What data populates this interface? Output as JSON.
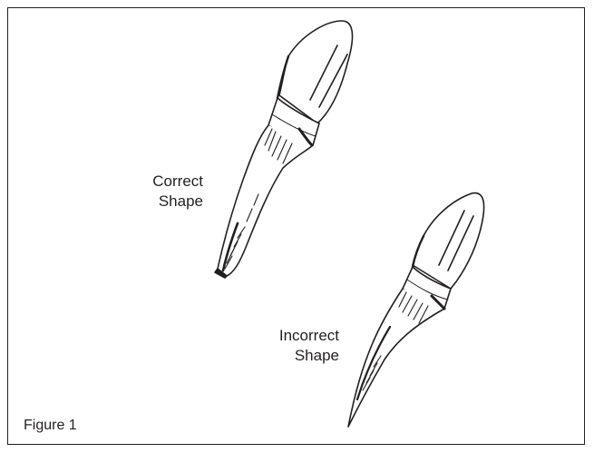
{
  "figure": {
    "caption": "Figure 1",
    "labels": {
      "correct": [
        "Correct",
        "Shape"
      ],
      "incorrect": [
        "Incorrect",
        "Shape"
      ]
    },
    "colors": {
      "ink": "#231f20",
      "background": "#ffffff"
    }
  }
}
